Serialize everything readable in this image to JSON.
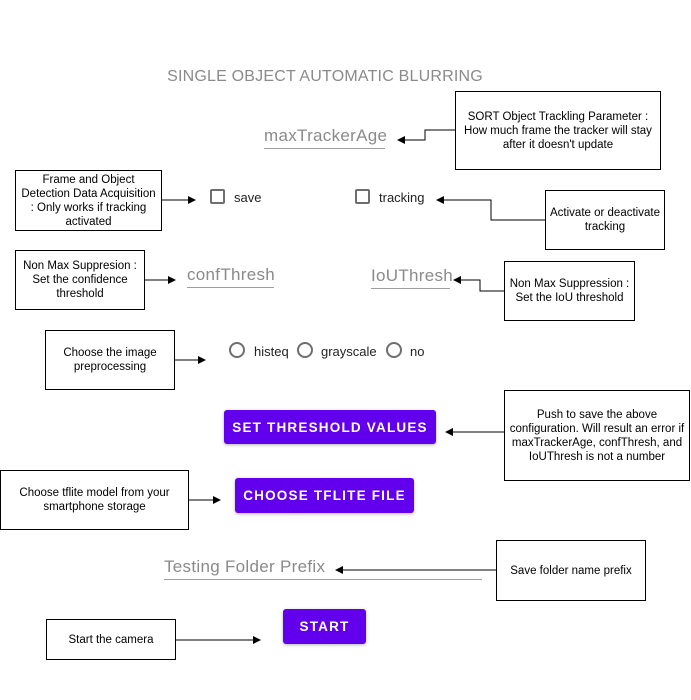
{
  "title": "SINGLE OBJECT AUTOMATIC BLURRING",
  "fields": {
    "max_tracker_age": "maxTrackerAge",
    "conf_thresh": "confThresh",
    "iou_thresh": "IoUThresh",
    "folder_prefix": "Testing Folder Prefix"
  },
  "checkboxes": {
    "save": "save",
    "tracking": "tracking"
  },
  "preprocessing": {
    "options": [
      "histeq",
      "grayscale",
      "no"
    ]
  },
  "buttons": {
    "set_threshold": "SET THRESHOLD VALUES",
    "choose_tflite": "CHOOSE TFLITE FILE",
    "start": "START"
  },
  "annotations": {
    "sort_param": "SORT Object Trackling Parameter : How much frame the tracker will stay after it doesn't update",
    "data_acquisition": "Frame and Object Detection Data Acquisition :  Only works if tracking activated",
    "tracking_toggle": "Activate or deactivate tracking",
    "nms_conf": "Non Max Suppresion : Set the confidence threshold",
    "nms_iou": "Non Max Suppression : Set the IoU threshold",
    "preprocessing": "Choose the image preprocessing",
    "save_config": "Push to save the above configuration. Will result an error if maxTrackerAge, confThresh, and IoUThresh is not a number",
    "tflite": "Choose tflite model from your smartphone storage",
    "folder_prefix": "Save folder name prefix",
    "start_camera": "Start the camera"
  }
}
